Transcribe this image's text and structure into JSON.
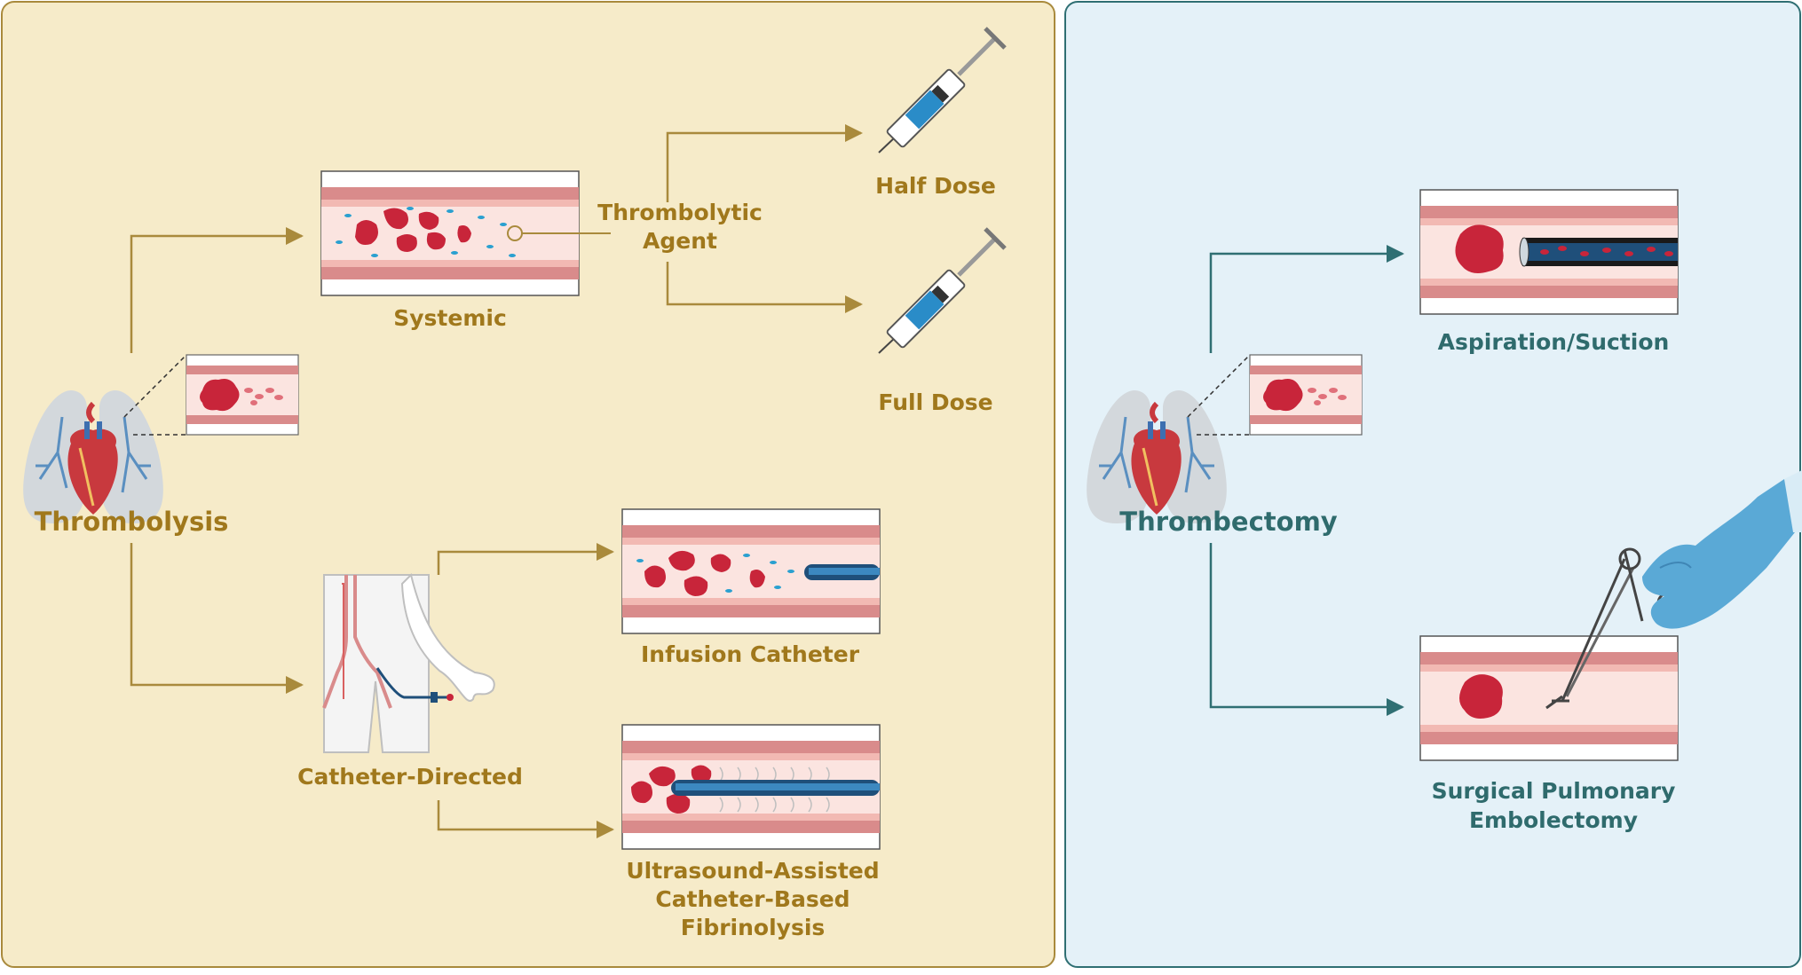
{
  "colors": {
    "left_panel_bg": "#f6ebc9",
    "left_panel_border": "#a98a3c",
    "left_text": "#a0781c",
    "left_arrow": "#a98a3c",
    "right_panel_bg": "#e4f1f8",
    "right_panel_border": "#2f6f73",
    "right_text": "#2f6b6d",
    "right_arrow": "#2f6f73",
    "vessel_wall": "#d98b8b",
    "vessel_lumen": "#fbe2df",
    "clot": "#c8253a",
    "drug_particle": "#2aa0d0",
    "catheter": "#1f4f7a",
    "glove": "#5aa9d6"
  },
  "thrombolysis": {
    "title": "Thrombolysis",
    "systemic": {
      "label": "Systemic",
      "agent_label_line1": "Thrombolytic",
      "agent_label_line2": "Agent",
      "half_dose": "Half Dose",
      "full_dose": "Full Dose"
    },
    "catheter_directed": {
      "label": "Catheter-Directed",
      "infusion": "Infusion Catheter",
      "ultrasound_line1": "Ultrasound-Assisted",
      "ultrasound_line2": "Catheter-Based",
      "ultrasound_line3": "Fibrinolysis"
    }
  },
  "thrombectomy": {
    "title": "Thrombectomy",
    "aspiration": "Aspiration/Suction",
    "surgical_line1": "Surgical Pulmonary",
    "surgical_line2": "Embolectomy"
  },
  "icons": [
    "lungs-heart-icon",
    "clot-vessel-icon",
    "syringe-icon",
    "body-catheter-icon",
    "catheter-icon",
    "gloved-hand-forceps-icon"
  ]
}
